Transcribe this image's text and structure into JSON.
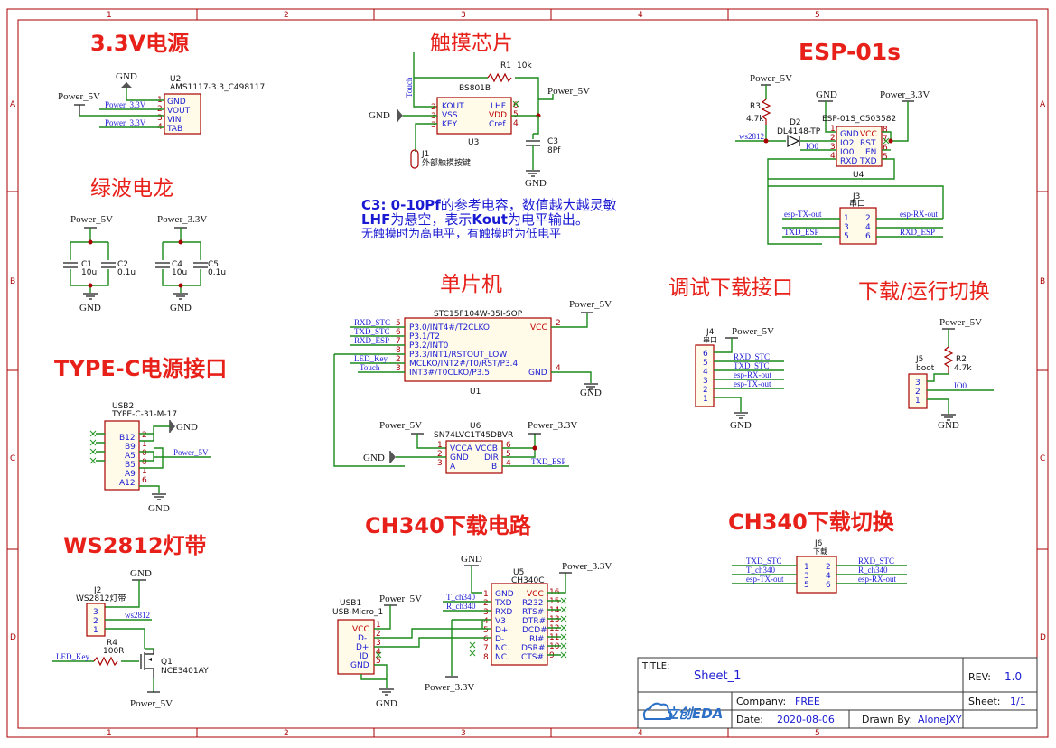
{
  "frame": {
    "col_numbers": [
      "1",
      "2",
      "3",
      "4",
      "5"
    ],
    "row_letters": [
      "A",
      "B",
      "C",
      "D"
    ]
  },
  "titles": {
    "power33": "3.3V电源",
    "touch": "触摸芯片",
    "esp01s": "ESP-01s",
    "filter": "绿波电龙",
    "mcu": "单片机",
    "debug": "调试下载接口",
    "switch_dl": "下载/运行切换",
    "typec": "TYPE-C电源接口",
    "ch340": "CH340下载电路",
    "ch340_switch": "CH340下载切换",
    "ws2812": "WS2812灯带"
  },
  "note": {
    "line1_bold": "C3: 0-10Pf",
    "line1_rest": "的参考电容，数值越大越灵敏",
    "line2_bold1": "LHF",
    "line2_mid": "为悬空，表示",
    "line2_bold2": "Kout",
    "line2_rest": "为电平输出。",
    "line3": "无触摸时为高电平，有触摸时为低电平"
  },
  "labels": {
    "power5v": "Power_5V",
    "power33v": "Power_3.3V",
    "gnd": "GND"
  },
  "u2": {
    "ref": "U2",
    "value": "AMS1117-3.3_C498117",
    "pins": [
      "GND",
      "VOUT",
      "VIN",
      "TAB"
    ],
    "nums": [
      "1",
      "2",
      "3",
      "4"
    ],
    "nets": [
      "Power_3.3V",
      "Power_3.3V"
    ]
  },
  "u3": {
    "ref": "U3",
    "value": "BS801B",
    "r1": "R1",
    "r1v": "10k",
    "left_pins": [
      "KOUT",
      "VSS",
      "KEY"
    ],
    "right_pins": [
      "LHF",
      "VDD",
      "Cref"
    ],
    "left_nums": [
      "2",
      "3",
      "3"
    ],
    "right_nums": [
      "6",
      "5",
      "4"
    ],
    "j1": "J1",
    "j1_desc": "外部触摸按键",
    "c3": "C3",
    "c3v": "8Pf",
    "touch_net": "Touch"
  },
  "u4": {
    "ref": "U4",
    "value": "ESP-01S_C503582",
    "left_pins": [
      "GND",
      "IO2",
      "IO0",
      "RXD"
    ],
    "right_pins": [
      "VCC",
      "RST",
      "EN",
      "TXD"
    ],
    "left_nums": [
      "1",
      "2",
      "3",
      "4"
    ],
    "right_nums": [
      "8",
      "7",
      "6",
      "5"
    ],
    "r3": "R3",
    "r3v": "4.7k",
    "d2": "D2",
    "d2v": "DL4148-TP",
    "net_ws": "ws2812",
    "net_io0": "IO0"
  },
  "j3": {
    "ref": "J3",
    "desc": "串口",
    "nets_left": [
      "esp-TX-out",
      "TXD_ESP"
    ],
    "nets_right": [
      "esp-RX-out",
      "RXD_ESP"
    ],
    "nums": [
      "1",
      "2",
      "3",
      "4",
      "5",
      "6"
    ]
  },
  "caps": {
    "c1": "C1",
    "c1v": "10u",
    "c2": "C2",
    "c2v": "0.1u",
    "c4": "C4",
    "c4v": "10u",
    "c5": "C5",
    "c5v": "0.1u"
  },
  "u1": {
    "ref": "U1",
    "value": "STC15F104W-35I-SOP",
    "pins": [
      "P3.0/INT4#/T2CLKO",
      "P3.1/T2",
      "P3.2/INT0",
      "P3.3/INT1/RSTOUT_LOW",
      "MCLKO/INT2#/T0/RST/P3.4",
      "INT3#/T0CLKO/P3.5"
    ],
    "nums": [
      "5",
      "6",
      "7",
      "8",
      "2",
      "3"
    ],
    "vcc": "VCC",
    "vcc_num": "2",
    "gnd": "GND",
    "gnd_num": "4",
    "nets": [
      "RXD_STC",
      "TXD_STC",
      "RXD_ESP",
      "",
      "LED_Key",
      "Touch"
    ]
  },
  "u6": {
    "ref": "U6",
    "value": "SN74LVC1T45DBVR",
    "left_pins": [
      "VCCA",
      "GND",
      "A"
    ],
    "right_pins": [
      "VCCB",
      "DIR",
      "B"
    ],
    "left_nums": [
      "1",
      "2",
      "3"
    ],
    "right_nums": [
      "6",
      "5",
      "4"
    ],
    "net_b": "TXD_ESP"
  },
  "j4": {
    "ref": "J4",
    "desc": "串口",
    "nums": [
      "6",
      "5",
      "4",
      "3",
      "2",
      "1"
    ],
    "nets": [
      "RXD_STC",
      "TXD_STC",
      "esp-RX-out",
      "esp-TX-out"
    ]
  },
  "j5": {
    "ref": "J5",
    "desc": "boot",
    "nums": [
      "3",
      "2",
      "1"
    ],
    "r2": "R2",
    "r2v": "4.7k",
    "net": "IO0"
  },
  "usb2": {
    "ref": "USB2",
    "value": "TYPE-C-31-M-17",
    "pins": [
      "B12",
      "B9",
      "A5",
      "B5",
      "A9",
      "A12"
    ],
    "nums": [
      "2",
      "1",
      "0",
      "0",
      "1",
      "6"
    ]
  },
  "j2": {
    "ref": "J2",
    "value": "WS2812灯带",
    "nums": [
      "3",
      "2",
      "1"
    ],
    "net": "ws2812",
    "r4": "R4",
    "r4v": "100R",
    "q1": "Q1",
    "q1v": "NCE3401AY",
    "led_key": "LED_Key"
  },
  "usb1": {
    "ref": "USB1",
    "value": "USB-Micro_1",
    "pins": [
      "VCC",
      "D-",
      "D+",
      "ID",
      "GND"
    ],
    "nums": [
      "1",
      "2",
      "3",
      "4",
      "5"
    ]
  },
  "u5": {
    "ref": "U5",
    "value": "CH340C",
    "left_pins": [
      "GND",
      "TXD",
      "RXD",
      "V3",
      "D+",
      "D-",
      "NC.",
      "NC."
    ],
    "right_pins": [
      "VCC",
      "R232",
      "RTS#",
      "DTR#",
      "DCD#",
      "RI#",
      "DSR#",
      "CTS#"
    ],
    "left_nums": [
      "1",
      "2",
      "3",
      "4",
      "5",
      "6",
      "7",
      "8"
    ],
    "right_nums": [
      "16",
      "15",
      "14",
      "13",
      "12",
      "11",
      "10",
      "9"
    ],
    "nets": [
      "T_ch340",
      "R_ch340"
    ]
  },
  "j6": {
    "ref": "J6",
    "desc": "下载",
    "nums": [
      "1",
      "2",
      "3",
      "4",
      "5",
      "6"
    ],
    "nets_left": [
      "TXD_STC",
      "T_ch340",
      "esp-TX-out"
    ],
    "nets_right": [
      "RXD_STC",
      "R_ch340",
      "esp-RX-out"
    ]
  },
  "titleblock": {
    "title_label": "TITLE:",
    "title": "Sheet_1",
    "rev_label": "REV:",
    "rev": "1.0",
    "company_label": "Company:",
    "company": "FREE",
    "sheet_label": "Sheet:",
    "sheet": "1/1",
    "date_label": "Date:",
    "date": "2020-08-06",
    "drawn_label": "Drawn By:",
    "drawn": "AloneJXY",
    "logo_text": "立创EDA",
    "logo_color": "#2b6fc6"
  }
}
